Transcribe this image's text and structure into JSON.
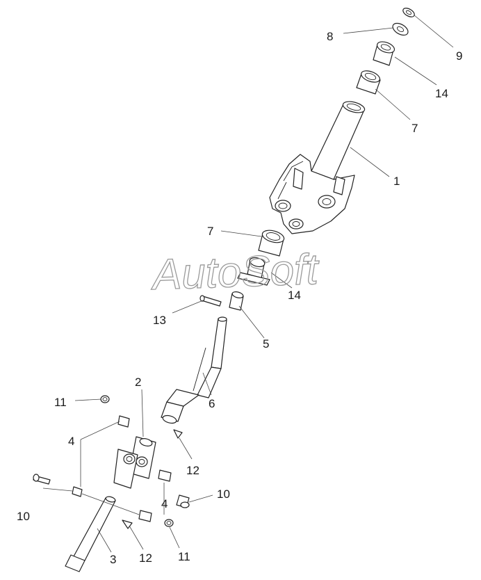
{
  "watermark": "AutoSoft",
  "labels": [
    {
      "id": "l1",
      "text": "1"
    },
    {
      "id": "l2",
      "text": "2"
    },
    {
      "id": "l3",
      "text": "3"
    },
    {
      "id": "l4a",
      "text": "4"
    },
    {
      "id": "l4b",
      "text": "4"
    },
    {
      "id": "l5",
      "text": "5"
    },
    {
      "id": "l6",
      "text": "6"
    },
    {
      "id": "l7a",
      "text": "7"
    },
    {
      "id": "l7b",
      "text": "7"
    },
    {
      "id": "l8",
      "text": "8"
    },
    {
      "id": "l9",
      "text": "9"
    },
    {
      "id": "l10a",
      "text": "10"
    },
    {
      "id": "l10b",
      "text": "10"
    },
    {
      "id": "l11a",
      "text": "11"
    },
    {
      "id": "l11b",
      "text": "11"
    },
    {
      "id": "l12a",
      "text": "12"
    },
    {
      "id": "l12b",
      "text": "12"
    },
    {
      "id": "l13",
      "text": "13"
    },
    {
      "id": "l14a",
      "text": "14"
    },
    {
      "id": "l14b",
      "text": "14"
    }
  ]
}
